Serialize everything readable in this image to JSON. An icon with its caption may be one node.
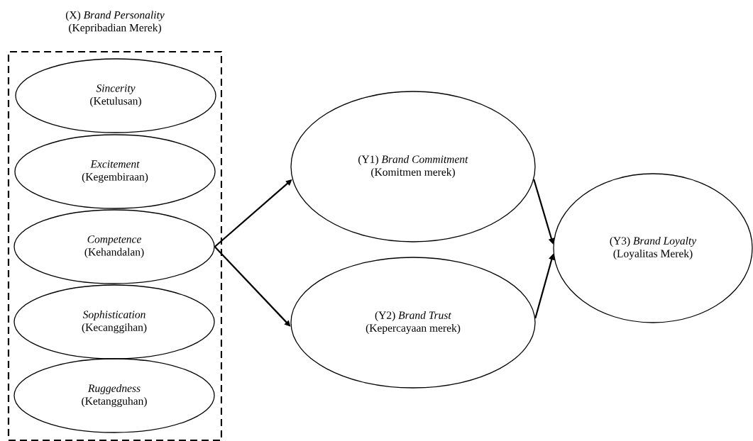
{
  "diagram": {
    "nodes": [
      {
        "text": [
          "(X) *Brand Personality*",
          "(Kepribadian Merek)"
        ]
      },
      {
        "text": [
          "Sincerity",
          "(Ketulusan)"
        ],
        "in": 0
      },
      {
        "text": [
          "Excitement",
          "(Kegembiraan)"
        ],
        "in": 0
      },
      {
        "text": [
          "Competence",
          "(Kehandalan)"
        ],
        "in": 0
      },
      {
        "text": [
          "Sophistication",
          "(Kecanggihan)"
        ],
        "in": 0
      },
      {
        "text": [
          "Ruggedness",
          "(Ketangguhan)"
        ],
        "in": 0
      },
      {
        "text": [
          "(Y1) *Brand Commitment*",
          "(Komitmen merek)"
        ]
      },
      {
        "text": [
          "(Y2) *Brand Trust*",
          "(Kepercayaan merek)"
        ]
      },
      {
        "text": [
          "(Y3) *Brand Loyalty*",
          "(Loyalitas Merek)"
        ]
      }
    ],
    "edges": [
      {
        "from": 3,
        "to": 6,
        "arrow": "to"
      },
      {
        "from": 3,
        "to": 7,
        "arrow": "to"
      },
      {
        "from": 6,
        "to": 8,
        "arrow": "to"
      },
      {
        "from": 7,
        "to": 8,
        "arrow": "to"
      }
    ]
  }
}
